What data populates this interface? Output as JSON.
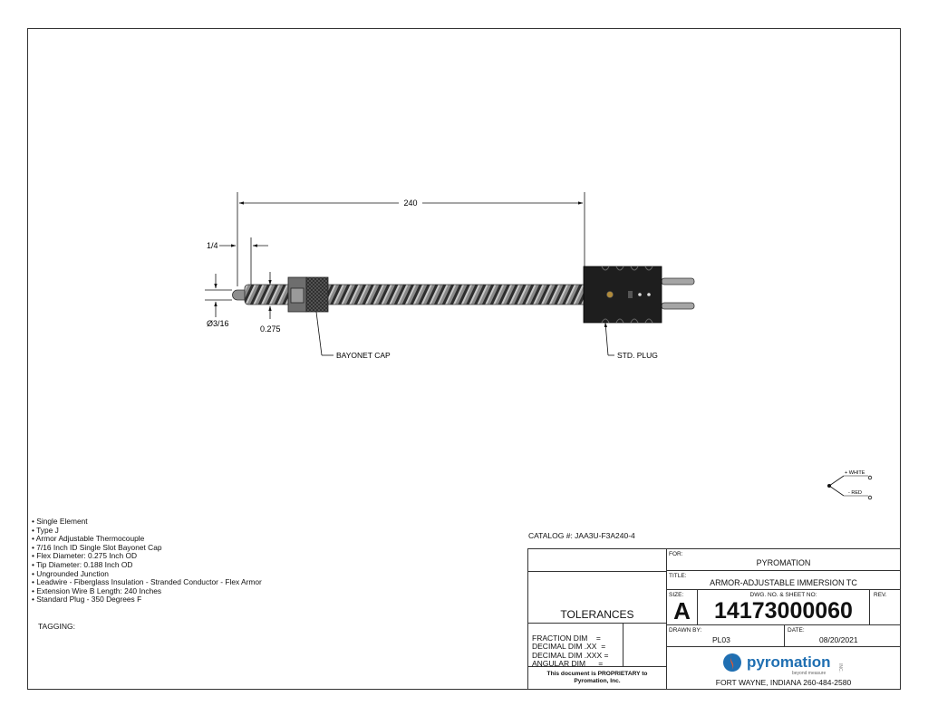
{
  "dimensions": {
    "overall_length": "240",
    "tip_length": "1/4",
    "tip_diameter": "Ø3/16",
    "flex_diameter": "0.275"
  },
  "callouts": {
    "bayonet_cap": "BAYONET CAP",
    "std_plug": "STD. PLUG"
  },
  "wiring": {
    "white": "+ WHITE",
    "red": "- RED"
  },
  "notes": [
    "Single Element",
    "Type J",
    "Armor Adjustable Thermocouple",
    "7/16 Inch ID Single Slot Bayonet Cap",
    "Flex Diameter: 0.275 Inch OD",
    "Tip Diameter: 0.188 Inch OD",
    "Ungrounded Junction",
    "Leadwire - Fiberglass Insulation - Stranded Conductor - Flex Armor",
    "Extension Wire B Length: 240 Inches",
    "Standard Plug - 350 Degrees F"
  ],
  "tagging_label": "TAGGING:",
  "catalog": "CATALOG #:  JAA3U-F3A240-4",
  "title_block": {
    "for_label": "FOR:",
    "for_value": "PYROMATION",
    "title_label": "TITLE:",
    "title_value": "ARMOR-ADJUSTABLE IMMERSION TC",
    "size_label": "SIZE:",
    "size_value": "A",
    "dwg_label": "DWG. NO. & SHEET NO:",
    "dwg_value": "14173000060",
    "rev_label": "REV.",
    "tolerances": "TOLERANCES",
    "fraction": "FRACTION DIM    =",
    "decimal_xx": "DECIMAL DIM .XX  =",
    "decimal_xxx": "DECIMAL DIM .XXX =",
    "angular": "ANGULAR DIM      =",
    "drawn_label": "DRAWN BY:",
    "drawn_value": "PL03",
    "date_label": "DATE:",
    "date_value": "08/20/2021",
    "proprietary": "This document is PROPRIETARY to Pyromation, Inc.",
    "logo_text": "pyromation",
    "logo_tagline": "beyond measure",
    "logo_inc": "INC.",
    "address": "FORT WAYNE, INDIANA    260-484-2580",
    "logo_colors": [
      "#e4572e",
      "#1f6fb2"
    ]
  }
}
